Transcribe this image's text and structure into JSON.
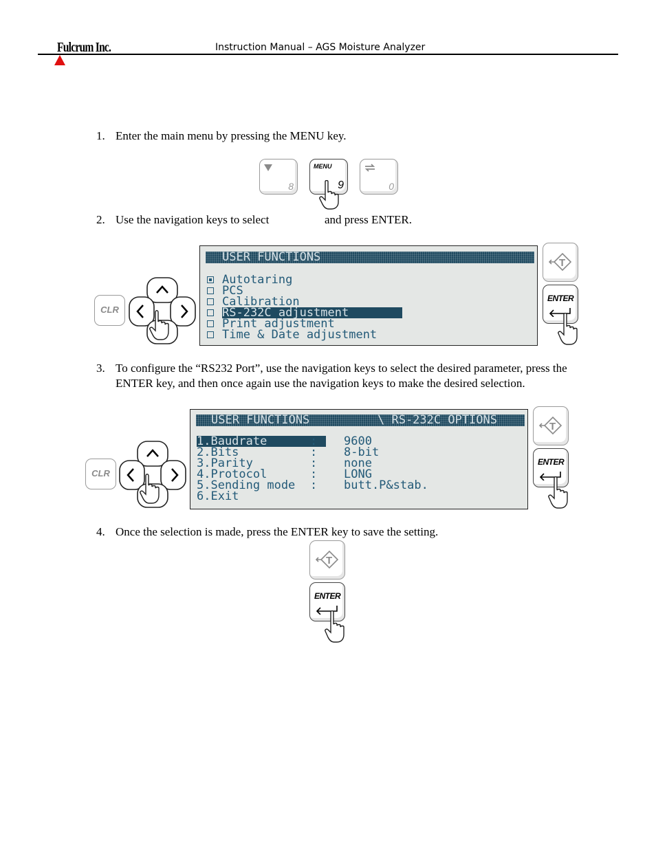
{
  "header": {
    "logo": "Fulcrum Inc.",
    "title": "Instruction Manual – AGS Moisture Analyzer"
  },
  "steps": {
    "s1": {
      "num": "1.",
      "text": "Enter the main menu by pressing the MENU key."
    },
    "s2": {
      "num": "2.",
      "text_a": "Use the navigation keys to select",
      "text_b": "and press ENTER."
    },
    "s3": {
      "num": "3.",
      "line1": "To configure the “RS232 Port”, use the navigation keys to select the desired parameter, press the",
      "line2": "ENTER key, and then once again use the navigation keys to make the desired selection."
    },
    "s4": {
      "num": "4.",
      "text": "Once the selection is made, press the ENTER key to save the setting."
    }
  },
  "keys": {
    "digit8": "8",
    "menu": "MENU",
    "digit9": "9",
    "digit0": "0",
    "clr": "CLR",
    "enter": "ENTER"
  },
  "screen1": {
    "title": "USER FUNCTIONS",
    "items": [
      {
        "label": "Autotaring",
        "checked": true
      },
      {
        "label": "PCS",
        "checked": false
      },
      {
        "label": "Calibration",
        "checked": false
      },
      {
        "label": "RS-232C adjustment",
        "checked": false,
        "selected": true
      },
      {
        "label": "Print adjustment",
        "checked": false
      },
      {
        "label": "Time & Date adjustment",
        "checked": false
      }
    ]
  },
  "screen2": {
    "title_left": "USER FUNCTIONS",
    "title_right": "\\ RS-232C OPTIONS",
    "rows": [
      {
        "label": "1.Baudrate",
        "sep": ":",
        "value": "9600",
        "selected": true
      },
      {
        "label": "2.Bits",
        "sep": ":",
        "value": "8-bit"
      },
      {
        "label": "3.Parity",
        "sep": ":",
        "value": "none"
      },
      {
        "label": "4.Protocol",
        "sep": ":",
        "value": "LONG"
      },
      {
        "label": "5.Sending mode",
        "sep": ":",
        "value": "butt.P&stab."
      },
      {
        "label": "6.Exit",
        "sep": "",
        "value": ""
      }
    ]
  }
}
